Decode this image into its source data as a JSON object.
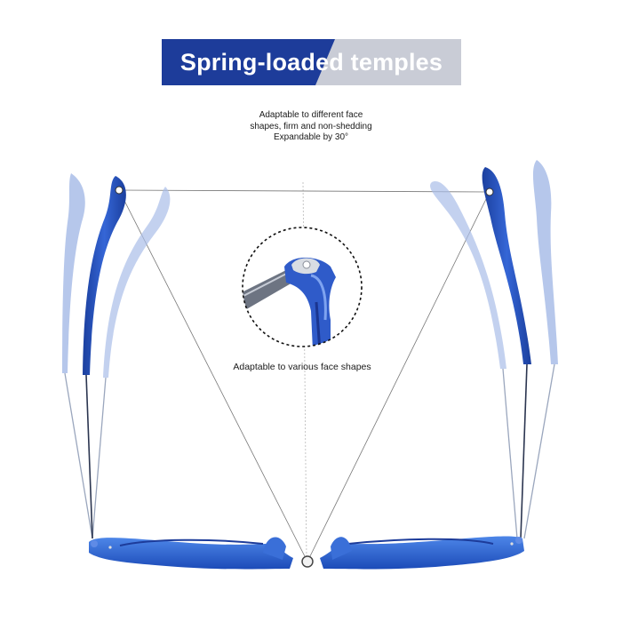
{
  "banner": {
    "title": "Spring-loaded temples",
    "colors": {
      "dark": "#1d3c9a",
      "light": "#c9ccd6"
    }
  },
  "captions": {
    "top": [
      "Adaptable to different face",
      "shapes, firm and non-shedding",
      "Expandable by 30°"
    ],
    "middle": "Adaptable to various face shapes"
  },
  "colors": {
    "frame_blue": "#2d5fd1",
    "frame_dark": "#1d43a8",
    "ghost_blue": "#a9bde8",
    "line": "#666666"
  }
}
